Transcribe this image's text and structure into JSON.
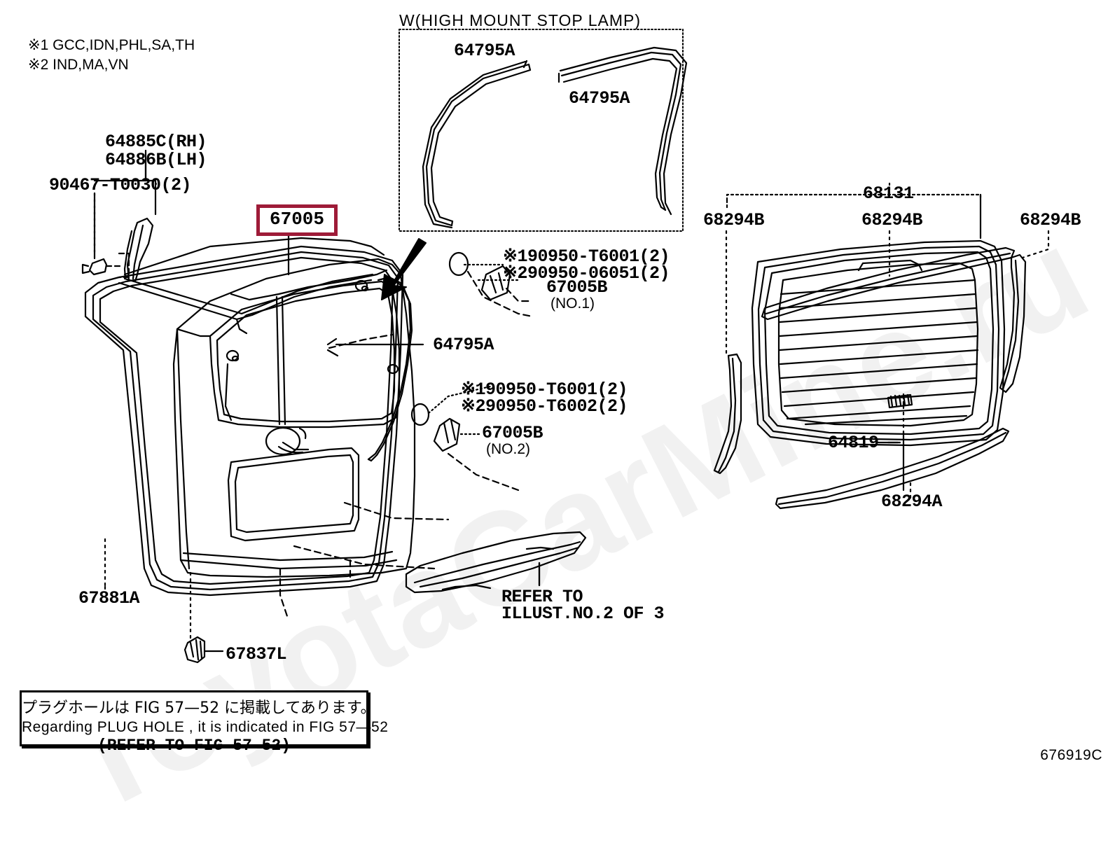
{
  "diagram": {
    "id_code": "676919C",
    "title_box": "W(HIGH MOUNT STOP LAMP)",
    "highlight_color": "#9e1b38",
    "watermark": "ToyotaCarMine.ru"
  },
  "legend": {
    "mark1": "※1 GCC,IDN,PHL,SA,TH",
    "mark2": "※2 IND,MA,VN"
  },
  "labels": {
    "hinge_rh": "64885C(RH)",
    "hinge_lh": "64886B(LH)",
    "bolt_90467": "90467-T0030(2)",
    "tailgate_panel": "67005",
    "weatherstrip_box_left": "64795A",
    "weatherstrip_box_right": "64795A",
    "weatherstrip_main": "64795A",
    "stay_no1_mark1": "※190950-T6001(2)",
    "stay_no1_mark2": "※290950-06051(2)",
    "stay_no1_part": "67005B",
    "stay_no1_sub": "(NO.1)",
    "stay_no2_mark1": "※190950-T6001(2)",
    "stay_no2_mark2": "※290950-T6002(2)",
    "stay_no2_part": "67005B",
    "stay_no2_sub": "(NO.2)",
    "weatherstrip_lower": "67881A",
    "clip_67837": "67837L",
    "refer_line1": "REFER TO",
    "refer_line2": "ILLUST.NO.2 OF 3",
    "glass_68131": "68131",
    "moulding_left": "68294B",
    "moulding_center": "68294B",
    "moulding_right": "68294B",
    "clip_64819": "64819",
    "moulding_lower": "68294A"
  },
  "caption": {
    "line_jp": "プラグホールは FIG  57—52 に掲載してあります。",
    "line_en": "Regarding  PLUG  HOLE , it is indicated in FIG  57—52",
    "line_ref": "(REFER TO FIG 57-52)"
  }
}
